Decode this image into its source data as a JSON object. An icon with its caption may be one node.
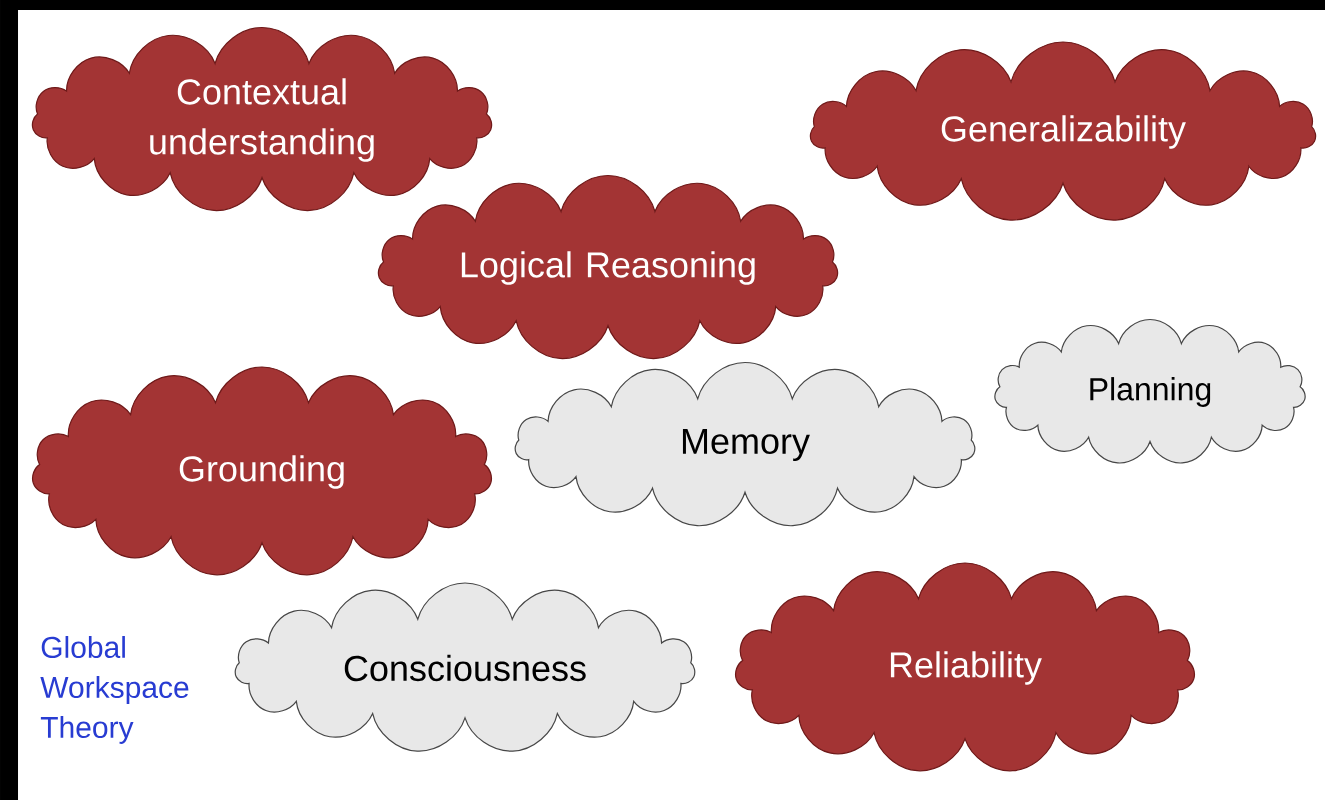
{
  "diagram": {
    "nodes": [
      {
        "text": [
          "Contextual understanding"
        ]
      },
      {
        "text": [
          "Generalizability"
        ]
      },
      {
        "text": [
          "Logical Reasoning"
        ]
      },
      {
        "text": [
          "Grounding"
        ]
      },
      {
        "text": [
          "Memory"
        ]
      },
      {
        "text": [
          "Planning"
        ]
      },
      {
        "text": [
          "Consciousness"
        ],
        "beside": [
          "Global Workspace Theory"
        ]
      },
      {
        "text": [
          "Reliability"
        ]
      }
    ]
  }
}
